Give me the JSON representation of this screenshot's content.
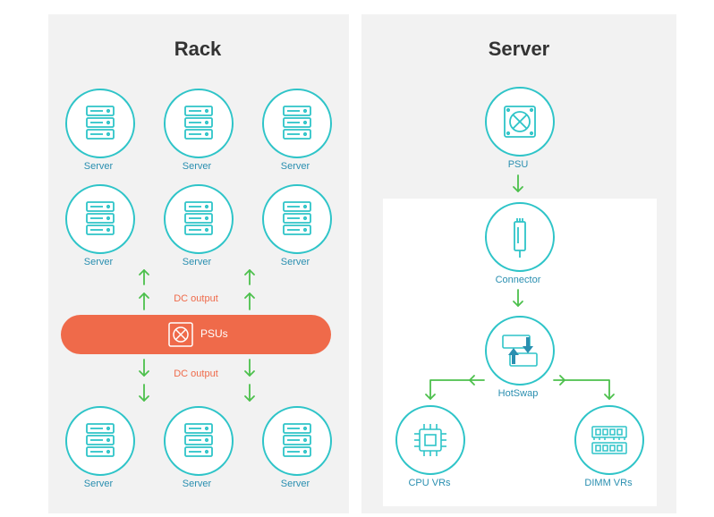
{
  "rack": {
    "title": "Rack",
    "server_label": "Server",
    "dc_output_top": "DC output",
    "dc_output_bottom": "DC output",
    "psus_label": "PSUs"
  },
  "server": {
    "title": "Server",
    "psu_label": "PSU",
    "connector_label": "Connector",
    "hotswap_label": "HotSwap",
    "cpu_label": "CPU VRs",
    "dimm_label": "DIMM VRs"
  },
  "colors": {
    "teal": "#2ec4c8",
    "blue_label": "#2a8fb0",
    "green_arrow": "#4cc04c",
    "orange": "#ef6a4a",
    "panel_bg": "#f2f2f2"
  },
  "icons": {
    "server": "server-rack-icon",
    "psu": "power-supply-icon",
    "connector": "connector-icon",
    "hotswap": "hotswap-icon",
    "cpu": "cpu-chip-icon",
    "dimm": "memory-module-icon"
  }
}
